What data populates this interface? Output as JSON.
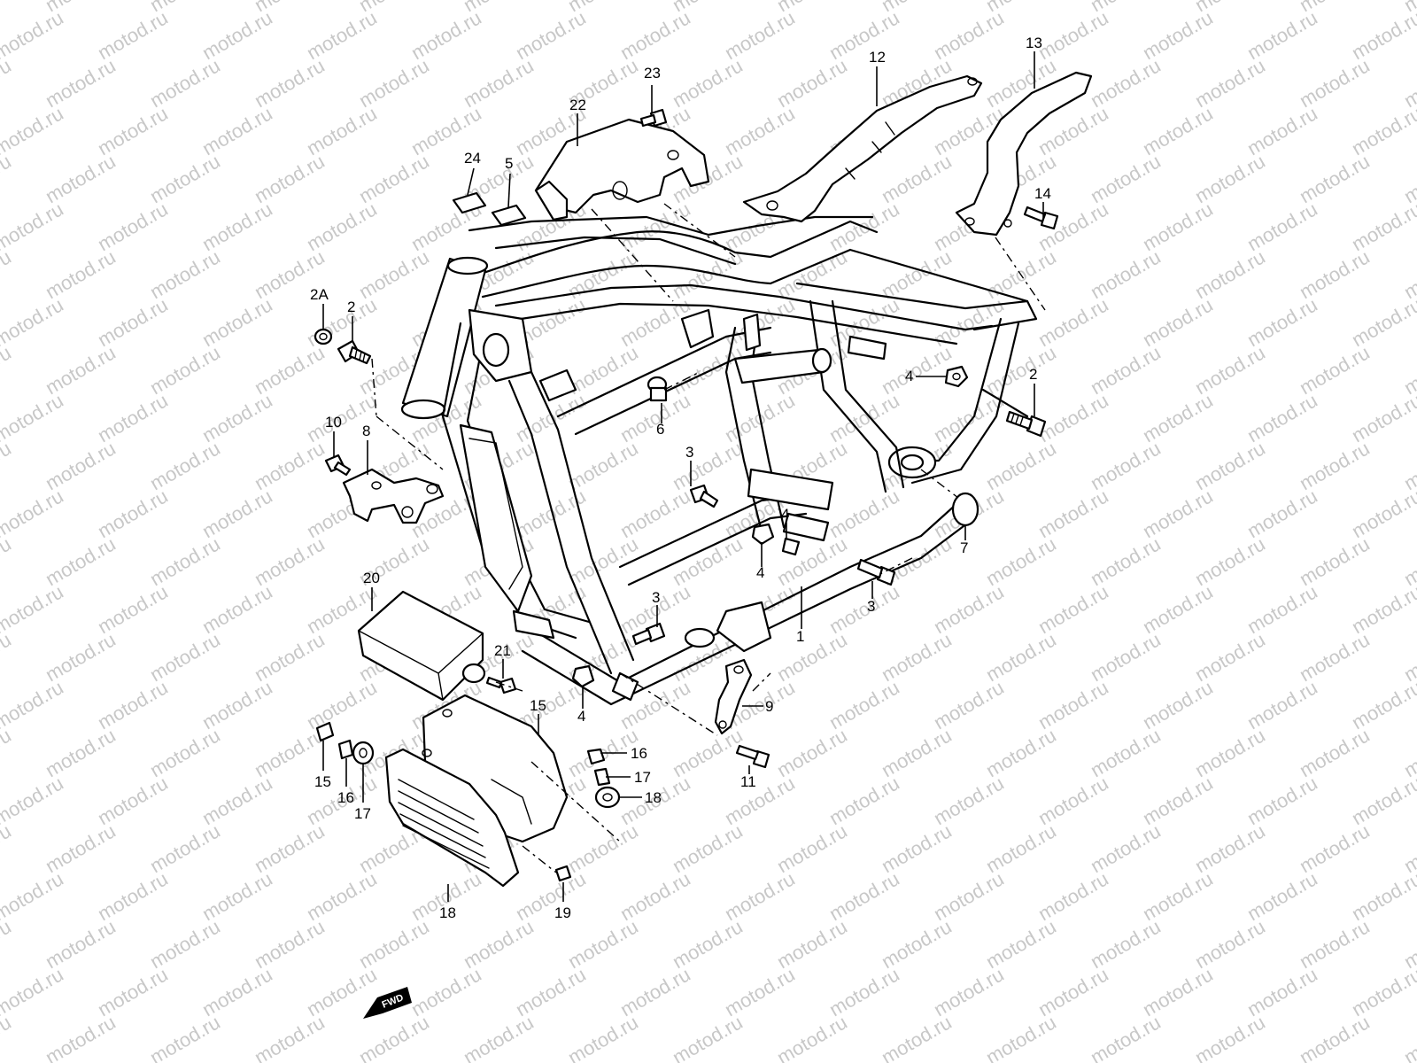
{
  "watermark": {
    "text": "motod.ru",
    "color": "#c8c8c8"
  },
  "direction_badge": {
    "label": "FWD"
  },
  "callouts": [
    {
      "id": "c1",
      "label": "1"
    },
    {
      "id": "c2a",
      "label": "2"
    },
    {
      "id": "c2b",
      "label": "2"
    },
    {
      "id": "c2A",
      "label": "2A"
    },
    {
      "id": "c3a",
      "label": "3"
    },
    {
      "id": "c3b",
      "label": "3"
    },
    {
      "id": "c3c",
      "label": "3"
    },
    {
      "id": "c4a",
      "label": "4"
    },
    {
      "id": "c4b",
      "label": "4"
    },
    {
      "id": "c4c",
      "label": "4"
    },
    {
      "id": "c4d",
      "label": "4"
    },
    {
      "id": "c5",
      "label": "5"
    },
    {
      "id": "c6",
      "label": "6"
    },
    {
      "id": "c7",
      "label": "7"
    },
    {
      "id": "c8",
      "label": "8"
    },
    {
      "id": "c9",
      "label": "9"
    },
    {
      "id": "c10a",
      "label": "10"
    },
    {
      "id": "c10b",
      "label": "10"
    },
    {
      "id": "c11",
      "label": "11"
    },
    {
      "id": "c12",
      "label": "12"
    },
    {
      "id": "c13",
      "label": "13"
    },
    {
      "id": "c14",
      "label": "14"
    },
    {
      "id": "c15a",
      "label": "15"
    },
    {
      "id": "c15b",
      "label": "15"
    },
    {
      "id": "c16a",
      "label": "16"
    },
    {
      "id": "c16b",
      "label": "16"
    },
    {
      "id": "c17a",
      "label": "17"
    },
    {
      "id": "c17b",
      "label": "17"
    },
    {
      "id": "c18",
      "label": "18"
    },
    {
      "id": "c19",
      "label": "19"
    },
    {
      "id": "c20",
      "label": "20"
    },
    {
      "id": "c21",
      "label": "21"
    },
    {
      "id": "c22",
      "label": "22"
    },
    {
      "id": "c23",
      "label": "23"
    },
    {
      "id": "c24",
      "label": "24"
    }
  ]
}
